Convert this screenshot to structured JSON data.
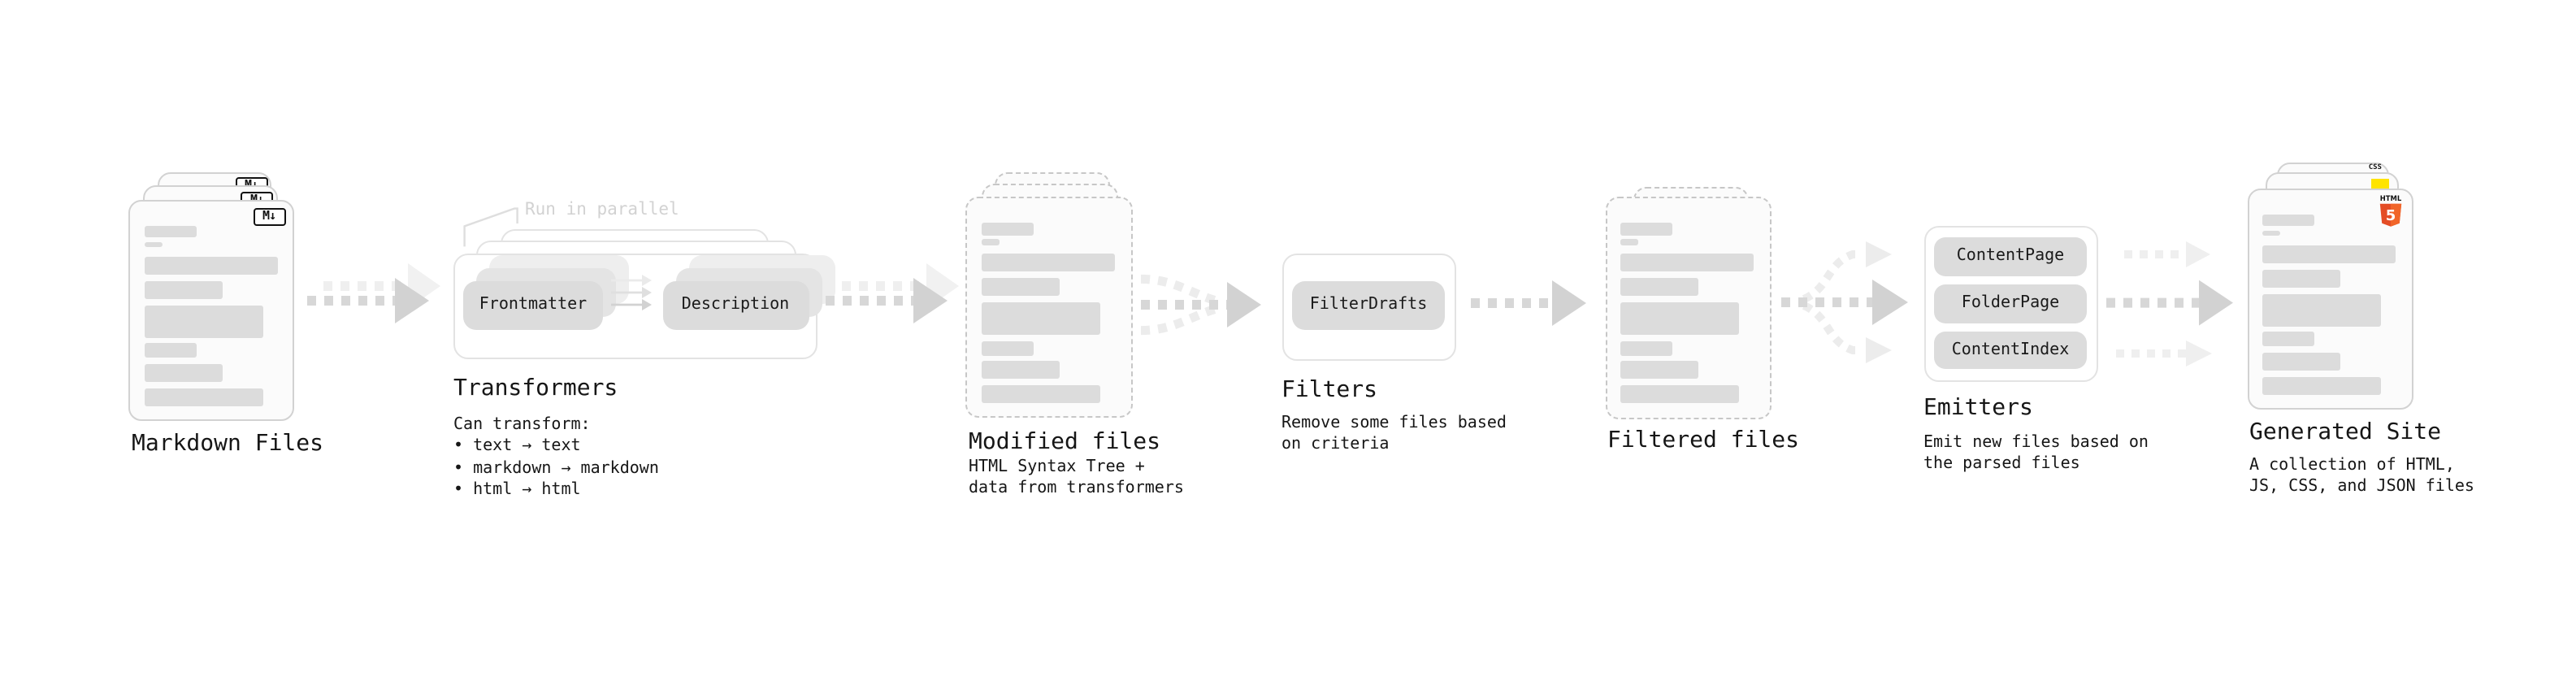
{
  "diagram": {
    "stages": [
      {
        "id": "markdown-files",
        "label": "Markdown Files",
        "icon_text": "M↓"
      },
      {
        "id": "transformers",
        "label": "Transformers",
        "note": "Run in parallel",
        "buttons": [
          "Frontmatter",
          "Description"
        ],
        "caption": "Can transform:\n • text → text\n • markdown → markdown\n • html → html"
      },
      {
        "id": "modified-files",
        "label": "Modified files",
        "caption": "HTML Syntax Tree +\ndata from transformers"
      },
      {
        "id": "filters",
        "label": "Filters",
        "buttons": [
          "FilterDrafts"
        ],
        "caption": "Remove some files based\non criteria"
      },
      {
        "id": "filtered-files",
        "label": "Filtered files"
      },
      {
        "id": "emitters",
        "label": "Emitters",
        "buttons": [
          "ContentPage",
          "FolderPage",
          "ContentIndex"
        ],
        "caption": "Emit new files based on\nthe parsed files"
      },
      {
        "id": "generated-site",
        "label": "Generated Site",
        "caption": "A collection of HTML,\nJS, CSS, and JSON files",
        "badges": {
          "css": "CSS",
          "html5_top": "HTML",
          "html5_number": "5"
        }
      }
    ],
    "colors": {
      "bar": "#dcdcdc",
      "chip": "#dcdcdc",
      "arrow": "#d2d2d2",
      "ghost_arrow": "#eeeeee",
      "faint_arrow": "#ececec",
      "note_text": "#d2d2d2",
      "html5_orange": "#e44d26",
      "html5_orange_light": "#f16529",
      "js_yellow": "#ffe400",
      "css_blue": "#2d6ce0",
      "text": "#161616"
    }
  }
}
